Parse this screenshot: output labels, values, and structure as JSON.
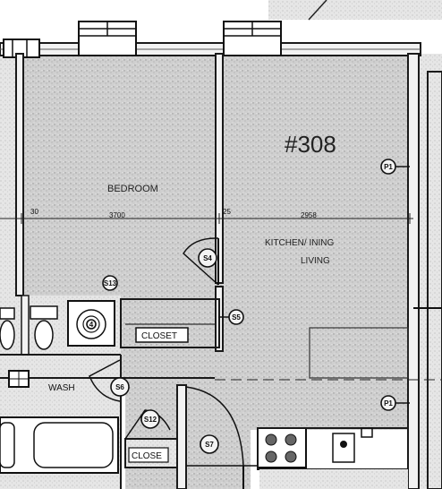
{
  "unit_number": "#308",
  "rooms": {
    "bedroom": "BEDROOM",
    "kitchen_line1": "KITCHEN/ INING",
    "kitchen_line2": "LIVING",
    "closet_upper": "CLOSET",
    "wash": "WASH",
    "closet_lower": "CLOSE"
  },
  "dimensions": {
    "left_offset": "30",
    "bedroom_width": "3700",
    "wall_gap": "25",
    "kitchen_width": "2958"
  },
  "door_tags": {
    "s4": "S4",
    "s13": "S13",
    "s5": "S5",
    "s6": "S6",
    "s12": "S12",
    "s7": "S7",
    "s4_bath": "4",
    "p1_upper": "P1",
    "p1_lower": "P1"
  },
  "colors": {
    "paper": "#ffffff",
    "room_fill": "#d2d2d2",
    "wall": "#1a1a1a"
  }
}
